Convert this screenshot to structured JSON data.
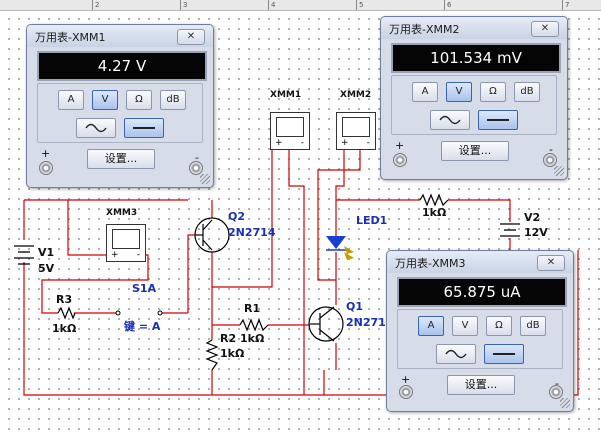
{
  "ruler": {
    "ticks": [
      "2",
      "3",
      "4",
      "5",
      "6",
      "7"
    ]
  },
  "meters": [
    {
      "id": "xmm1",
      "title": "万用表-XMM1",
      "display": "4.27 V",
      "selected_mode": "V",
      "selected_wave": "dc"
    },
    {
      "id": "xmm2",
      "title": "万用表-XMM2",
      "display": "101.534 mV",
      "selected_mode": "V",
      "selected_wave": "dc"
    },
    {
      "id": "xmm3",
      "title": "万用表-XMM3",
      "display": "65.875 uA",
      "selected_mode": "A",
      "selected_wave": "dc"
    }
  ],
  "meter_ui": {
    "close_label": "✕",
    "mode_a": "A",
    "mode_v": "V",
    "mode_ohm": "Ω",
    "mode_db": "dB",
    "settings_label": "设置...",
    "plus": "+",
    "minus": "-"
  },
  "components": {
    "xmm1_icon": "XMM1",
    "xmm2_icon": "XMM2",
    "xmm3_icon": "XMM3",
    "v1_name": "V1",
    "v1_value": "5V",
    "v2_name": "V2",
    "v2_value": "12V",
    "q1_name": "Q1",
    "q1_model": "2N271",
    "q2_name": "Q2",
    "q2_model": "2N2714",
    "r1_name": "R1",
    "r1_value": "1kΩ",
    "r2_name": "R2",
    "r2_value": "1kΩ",
    "r3_name": "R3",
    "r3_value": "1kΩ",
    "r4_value": "1kΩ",
    "led_name": "LED1",
    "switch_name": "S1A",
    "switch_key": "键 = A"
  },
  "colors": {
    "wire": "#d40000",
    "label_blue": "#1a2fb5",
    "led": "#1a3fd4"
  }
}
